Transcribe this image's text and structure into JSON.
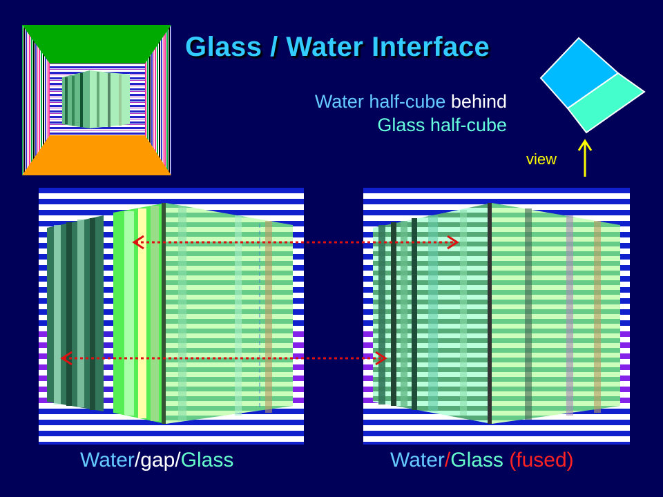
{
  "slide": {
    "title": "Glass / Water  Interface",
    "subtitle_line1_part1": "Water half-cube",
    "subtitle_line1_part2": " behind",
    "subtitle_line2": "Glass half-cube",
    "view_label": "view",
    "caption_left": {
      "part1": "Water",
      "part2": "/gap/",
      "part3": "Glass"
    },
    "caption_right": {
      "part1": "Water",
      "part2": "/",
      "part3": "Glass",
      "part4": " (fused)"
    }
  },
  "colors": {
    "background": "#000058",
    "title": "#33CCFF",
    "water": "#00BBFF",
    "glass": "#44FFCC",
    "arrow": "#FF2222",
    "view_arrow": "#FFFF00"
  }
}
